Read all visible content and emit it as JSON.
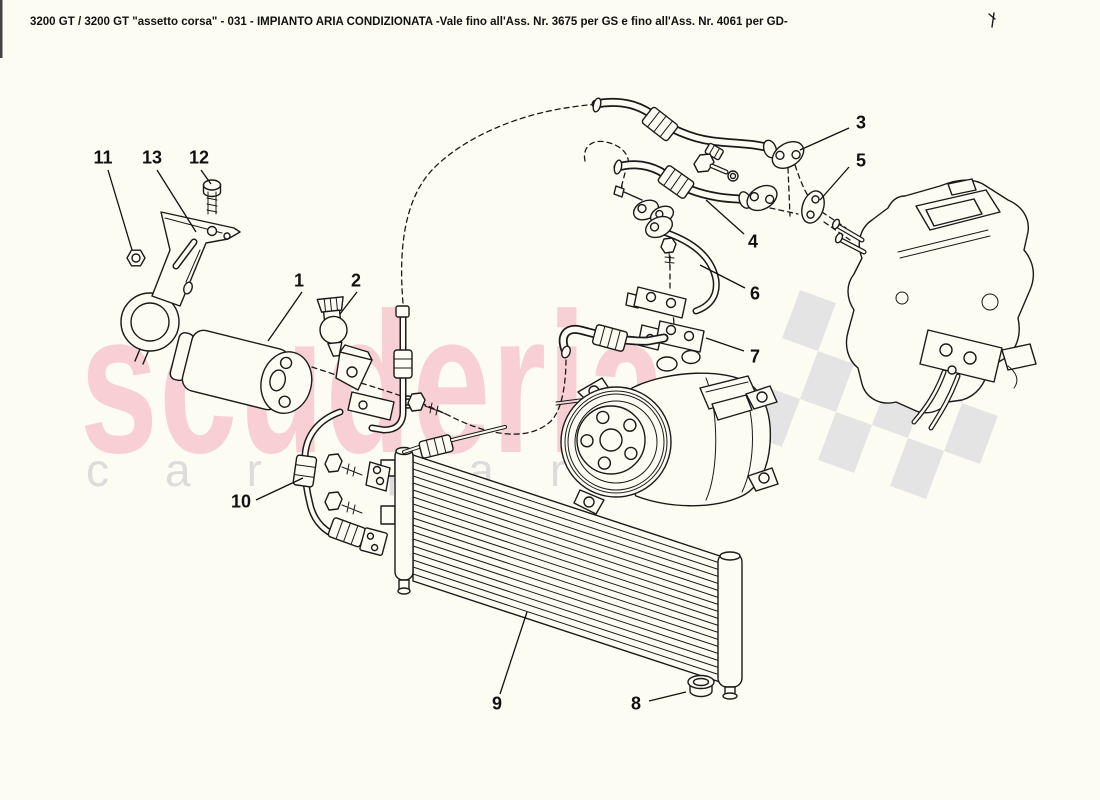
{
  "header": {
    "title": "3200 GT / 3200 GT \"assetto corsa\" - 031 - IMPIANTO ARIA CONDIZIONATA -Vale fino all'Ass. Nr. 3675 per GS e fino all'Ass. Nr. 4061 per GD-"
  },
  "watermark": {
    "brand": "scuderia",
    "subtitle": "car parts",
    "brand_color": "#f8d0d3",
    "subtitle_color": "#dcdcdc",
    "checker_color": "#e4e4e4"
  },
  "colors": {
    "background": "#fcfcf2",
    "ink": "#1a1a1a"
  },
  "callouts": {
    "c1": "1",
    "c2": "2",
    "c3": "3",
    "c4": "4",
    "c5": "5",
    "c6": "6",
    "c7": "7",
    "c8": "8",
    "c9": "9",
    "c10": "10",
    "c11": "11",
    "c12": "12",
    "c13": "13"
  }
}
